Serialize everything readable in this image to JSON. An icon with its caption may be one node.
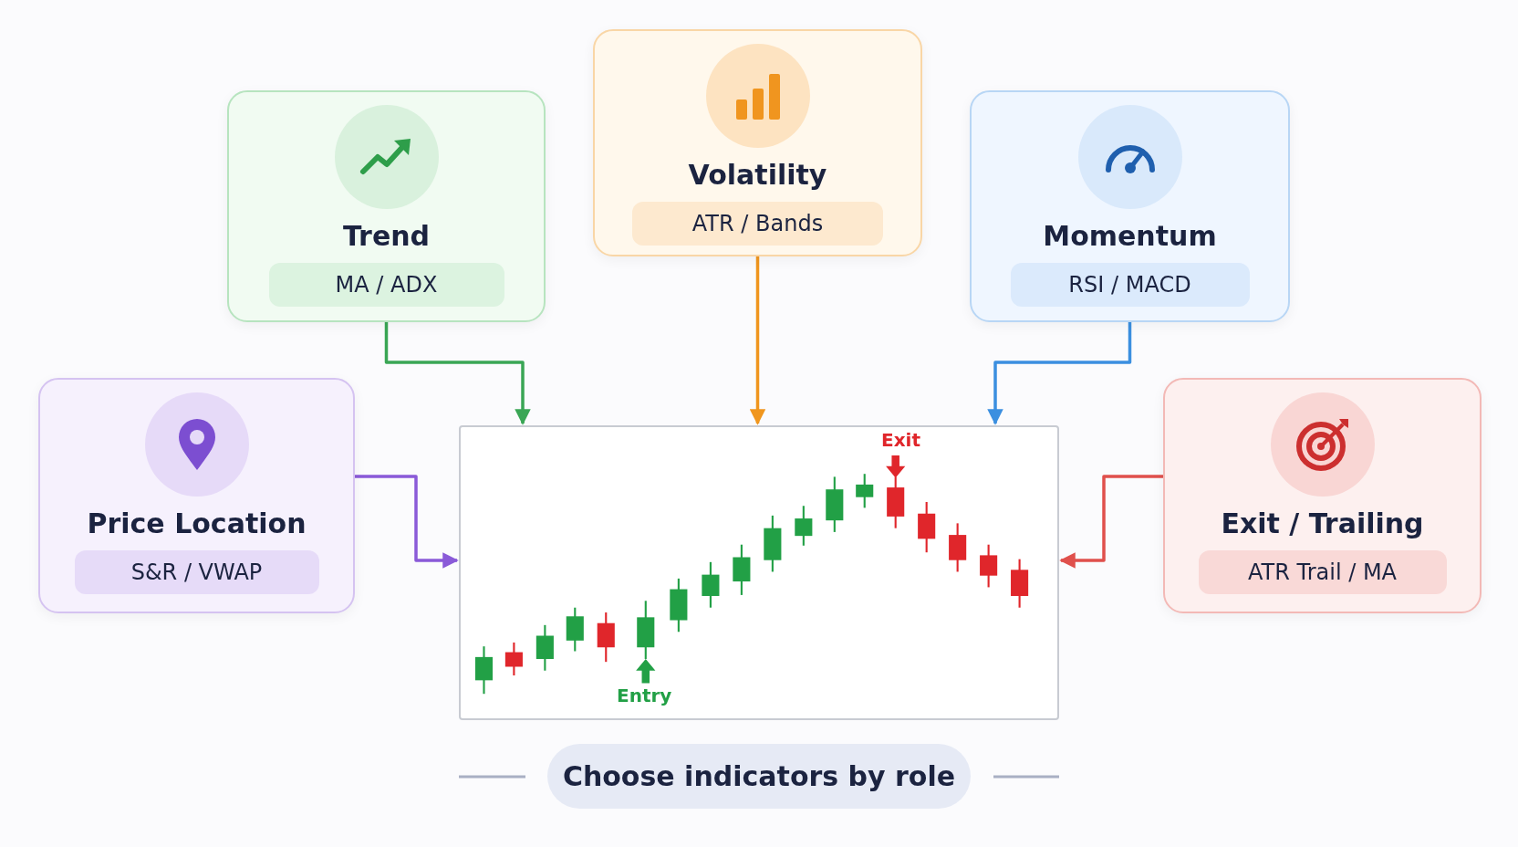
{
  "diagram": {
    "caption": "Choose indicators by role",
    "nodes": [
      {
        "text": [
          "Trend",
          "MA / ADX"
        ]
      },
      {
        "text": [
          "Volatility",
          "ATR / Bands"
        ]
      },
      {
        "text": [
          "Momentum",
          "RSI / MACD"
        ]
      },
      {
        "text": [
          "Price Location",
          "S&R / VWAP"
        ]
      },
      {
        "text": [
          "Exit / Trailing",
          "ATR Trail / MA"
        ]
      },
      {
        "text": [],
        "shape": "box"
      }
    ],
    "edges": [
      {
        "from": 0,
        "to": 5,
        "arrow": "to",
        "color": "#3aa655"
      },
      {
        "from": 1,
        "to": 5,
        "arrow": "to",
        "color": "#f0961e"
      },
      {
        "from": 2,
        "to": 5,
        "arrow": "to",
        "color": "#3b8fe0"
      },
      {
        "from": 3,
        "to": 5,
        "arrow": "to",
        "color": "#8a5ad8"
      },
      {
        "from": 4,
        "to": 5,
        "arrow": "to",
        "color": "#e0504c"
      }
    ],
    "labels": [
      "Exit",
      "Entry"
    ]
  }
}
